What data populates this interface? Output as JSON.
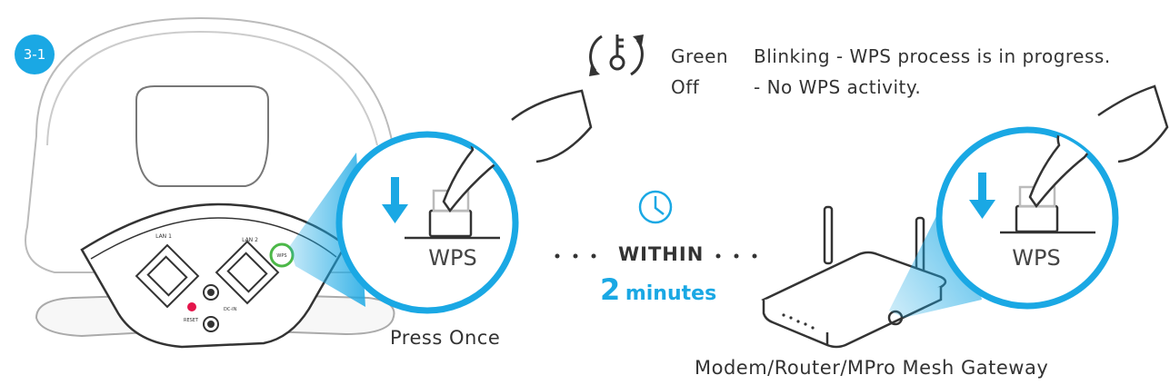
{
  "step_badge": "3-1",
  "legend": {
    "rows": [
      {
        "color_label": "Green",
        "description": "Blinking - WPS process is in progress."
      },
      {
        "color_label": "Off",
        "description": "- No WPS activity."
      }
    ]
  },
  "extender": {
    "port_lan1": "LAN 1",
    "port_lan2": "LAN 2",
    "wps_button": "WPS",
    "reset_label": "RESET",
    "dcin_label": "DC-IN",
    "zoom_label": "WPS",
    "caption": "Press Once"
  },
  "timing": {
    "within": "WITHIN",
    "number": "2",
    "unit": "minutes"
  },
  "gateway": {
    "zoom_label": "WPS",
    "caption": "Modem/Router/MPro Mesh Gateway"
  },
  "colors": {
    "accent": "#1aa8e4",
    "wps_led": "#4cb848",
    "reset_dot": "#e4154b",
    "line": "#333333"
  }
}
